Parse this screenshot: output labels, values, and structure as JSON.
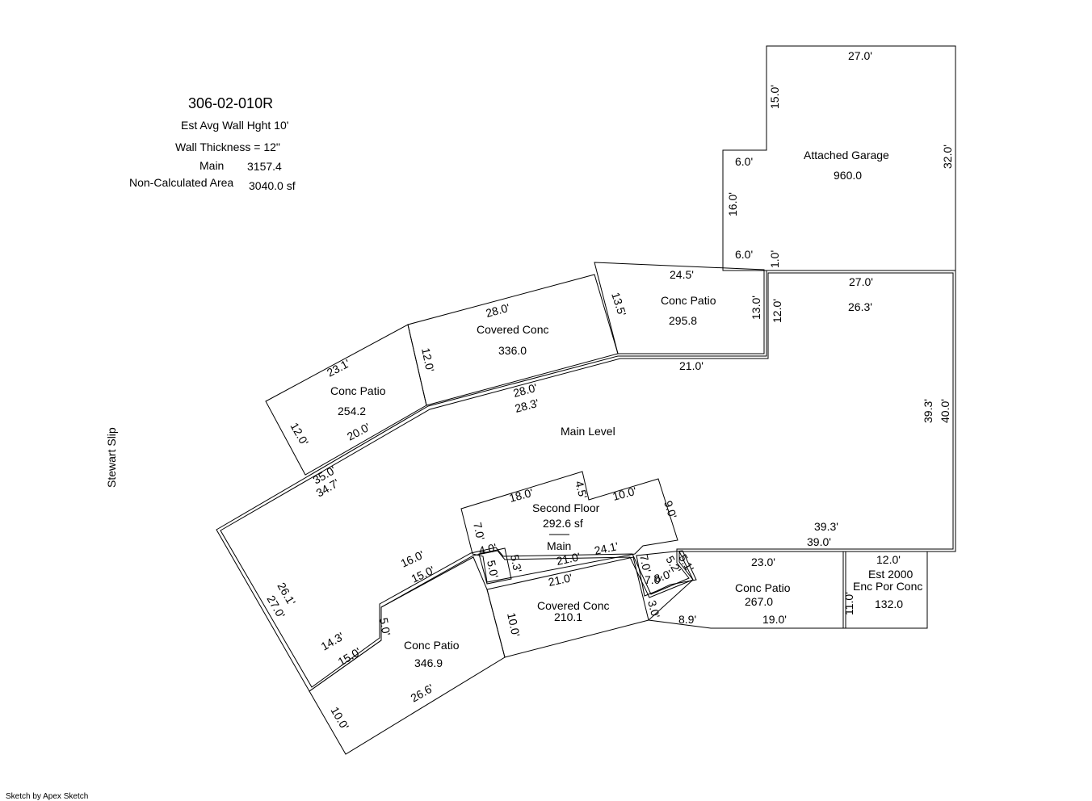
{
  "header": {
    "parcel_number": "306-02-010R",
    "wall_height": "Est Avg Wall Hght 10'",
    "wall_thickness": "Wall Thickness = 12\"",
    "main_label": "Main",
    "main_value": "3157.4",
    "noncalc_label": "Non-Calculated Area",
    "noncalc_value": "3040.0 sf"
  },
  "street": "Stewart Slip",
  "credit": "Sketch by Apex Sketch",
  "areas": {
    "garage": {
      "name": "Attached Garage",
      "value": "960.0"
    },
    "main_level": {
      "name": "Main Level"
    },
    "main_level_area": "26.3'",
    "conc_patio_top": {
      "name": "Conc Patio",
      "value": "295.8"
    },
    "covered_conc_top": {
      "name": "Covered Conc",
      "value": "336.0"
    },
    "conc_patio_left": {
      "name": "Conc Patio",
      "value": "254.2"
    },
    "second_floor": {
      "name": "Second Floor",
      "value": "292.6 sf",
      "sub": "Main"
    },
    "covered_conc_bottom": {
      "name": "Covered Conc",
      "value": "210.1"
    },
    "conc_patio_bottom_left": {
      "name": "Conc Patio",
      "value": "346.9"
    },
    "conc_patio_bottom_right": {
      "name": "Conc Patio",
      "value": "267.0"
    },
    "enc_porch": {
      "line1": "Est 2000",
      "line2": "Enc Por Conc",
      "value": "132.0"
    }
  },
  "dimensions": {
    "g_top": "27.0'",
    "g_15": "15.0'",
    "g_6a": "6.0'",
    "g_16": "16.0'",
    "g_6b": "6.0'",
    "g_1": "1.0'",
    "g_32": "32.0'",
    "m_27": "27.0'",
    "m_12": "12.0'",
    "m_393": "39.3'",
    "m_40": "40.0'",
    "m_393b": "39.3'",
    "m_39": "39.0'",
    "cp1_245": "24.5'",
    "cp1_135": "13.5'",
    "cp1_13": "13.0'",
    "cp1_21": "21.0'",
    "cc1_28a": "28.0'",
    "cc1_12": "12.0'",
    "cc1_28b": "28.0'",
    "cc1_283": "28.3'",
    "cp2_231": "23.1'",
    "cp2_12": "12.0'",
    "cp2_20": "20.0'",
    "l_35": "35.0'",
    "l_347": "34.7'",
    "l_261": "26.1'",
    "l_27": "27.0'",
    "l_143": "14.3'",
    "l_15": "15.0'",
    "l_5": "5.0'",
    "l_16": "16.0'",
    "l_15b": "15.0'",
    "sf_18": "18.0'",
    "sf_45": "4.5'",
    "sf_10": "10.0'",
    "sf_9": "9.0'",
    "sf_7": "7.0'",
    "sf_4": "4.0'",
    "sf_5": "5.0'",
    "sf_53": "5.3'",
    "sf_21": "21.0'",
    "sf_241": "24.1'",
    "cc2_21": "21.0'",
    "cc2_10": "10.0'",
    "cc2_7a": "7.0'",
    "cc2_7b": "7.0'",
    "cc2_8": "8.0'",
    "cc2_52": "5.2'",
    "cc2_51": "5.1'",
    "cc2_3": "3.0'",
    "cp3_266": "26.6'",
    "cp3_10": "10.0'",
    "cp4_23": "23.0'",
    "cp4_89": "8.9'",
    "cp4_19": "19.0'",
    "ep_12": "12.0'",
    "ep_11": "11.0'"
  }
}
